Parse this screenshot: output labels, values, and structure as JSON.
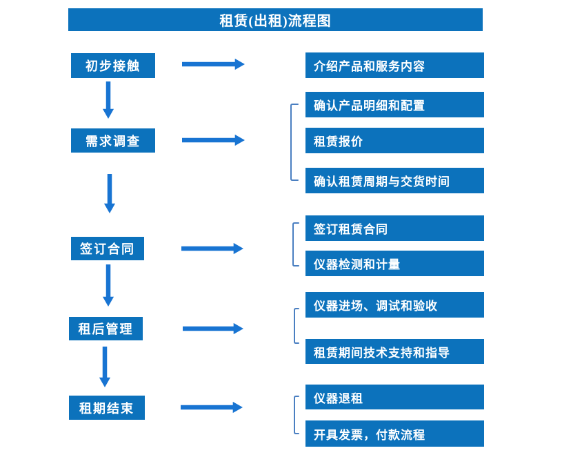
{
  "title": "租赁(出租)流程图",
  "colors": {
    "box": "#0c72bc",
    "arrow": "#1874d2",
    "bracket": "#4a7fc1",
    "boxtext": "#ffffff",
    "bg": "#ffffff"
  },
  "flow": {
    "stages": [
      {
        "label": "初步接触",
        "outputs": [
          "介绍产品和服务内容"
        ]
      },
      {
        "label": "需求调查",
        "outputs": [
          "确认产品明细和配置",
          "租赁报价",
          "确认租赁周期与交货时间"
        ]
      },
      {
        "label": "签订合同",
        "outputs": [
          "签订租赁合同",
          "仪器检测和计量"
        ]
      },
      {
        "label": "租后管理",
        "outputs": [
          "仪器进场、调试和验收",
          "租赁期间技术支持和指导"
        ]
      },
      {
        "label": "租期结束",
        "outputs": [
          "仪器退租",
          "开具发票，付款流程"
        ]
      }
    ]
  }
}
